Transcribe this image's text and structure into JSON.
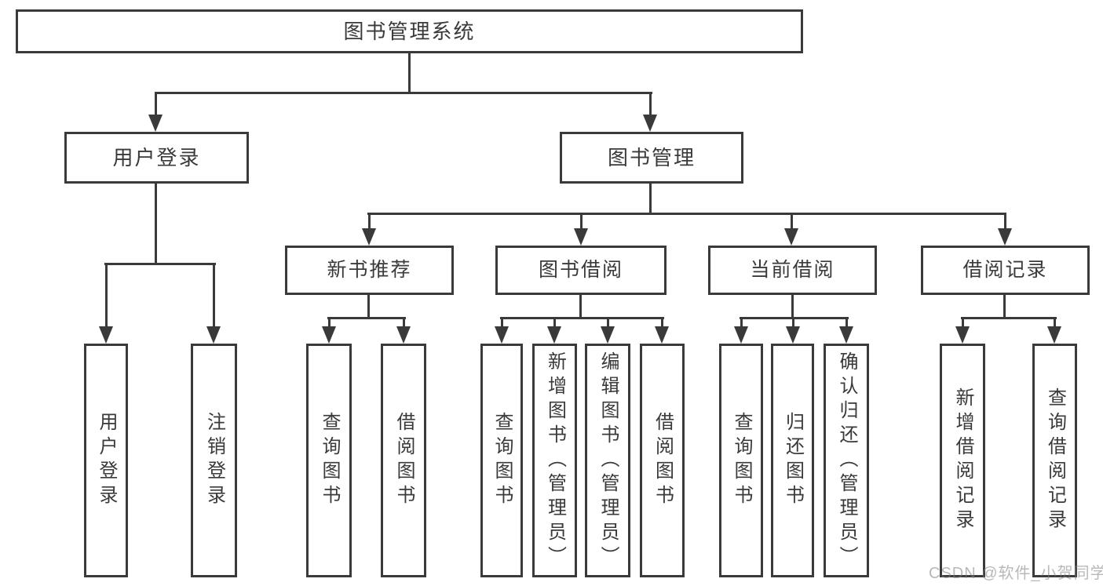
{
  "diagram": {
    "title": "图书管理系统",
    "root": {
      "label": "图书管理系统"
    },
    "level2": [
      {
        "id": "user-login",
        "label": "用户登录"
      },
      {
        "id": "book-management",
        "label": "图书管理"
      }
    ],
    "level3": [
      {
        "id": "new-book-recommend",
        "label": "新书推荐",
        "parent": "图书管理"
      },
      {
        "id": "book-borrowing",
        "label": "图书借阅",
        "parent": "图书管理"
      },
      {
        "id": "current-borrowing",
        "label": "当前借阅",
        "parent": "图书管理"
      },
      {
        "id": "borrowing-records",
        "label": "借阅记录",
        "parent": "图书管理"
      }
    ],
    "leaves": [
      {
        "label": "用户登录",
        "parent": "用户登录"
      },
      {
        "label": "注销登录",
        "parent": "用户登录"
      },
      {
        "label": "查询图书",
        "parent": "新书推荐"
      },
      {
        "label": "借阅图书",
        "parent": "新书推荐"
      },
      {
        "label": "查询图书",
        "parent": "图书借阅"
      },
      {
        "label": "新增图书（管理员）",
        "parent": "图书借阅"
      },
      {
        "label": "编辑图书（管理员）",
        "parent": "图书借阅"
      },
      {
        "label": "借阅图书",
        "parent": "图书借阅"
      },
      {
        "label": "查询图书",
        "parent": "当前借阅"
      },
      {
        "label": "归还图书",
        "parent": "当前借阅"
      },
      {
        "label": "确认归还（管理员）",
        "parent": "当前借阅"
      },
      {
        "label": "新增借阅记录",
        "parent": "借阅记录"
      },
      {
        "label": "查询借阅记录",
        "parent": "借阅记录"
      }
    ]
  },
  "watermark": "CSDN @软件_小贺同学",
  "colors": {
    "line": "#3a3a3a",
    "text": "#3a3a3a",
    "watermark": "#9e9e9e",
    "background": "#ffffff"
  }
}
